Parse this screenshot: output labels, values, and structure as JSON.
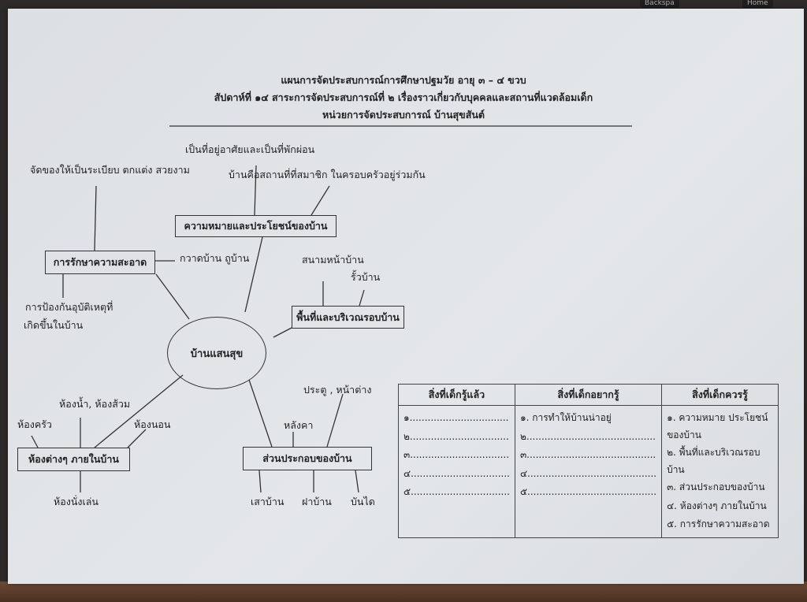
{
  "keyboard": {
    "backspace_key": "Backspa",
    "home_key": "Home"
  },
  "header": {
    "line1": "แผนการจัดประสบการณ์การศึกษาปฐมวัย อายุ ๓ – ๔ ขวบ",
    "line2": "สัปดาห์ที่ ๑๔ สาระการจัดประสบการณ์ที่ ๒ เรื่องราวเกี่ยวกับบุคคลและสถานที่แวดล้อมเด็ก",
    "line3": "หน่วยการจัดประสบการณ์  บ้านสุขสันต์"
  },
  "mindmap": {
    "center": "บ้านแสนสุข",
    "meaning": {
      "label": "ความหมายและประโยชน์ของบ้าน",
      "items": [
        "เป็นที่อยู่อาศัยและเป็นที่พักผ่อน",
        "บ้านคือสถานที่ที่สมาชิก ในครอบครัวอยู่ร่วมกัน"
      ]
    },
    "cleaning": {
      "label": "การรักษาความสะอาด",
      "items": [
        "จัดของให้เป็นระเบียบ ตกแต่ง สวยงาม",
        "กวาดบ้าน  ถูบ้าน",
        "การป้องกันอุบัติเหตุที่",
        "เกิดขึ้นในบ้าน"
      ]
    },
    "area": {
      "label": "พื้นที่และบริเวณรอบบ้าน",
      "items": [
        "สนามหน้าบ้าน",
        "รั้วบ้าน"
      ]
    },
    "rooms": {
      "label": "ห้องต่างๆ ภายในบ้าน",
      "items": [
        "ห้องน้ำ, ห้องส้วม",
        "ห้องครัว",
        "ห้องนอน",
        "ห้องนั่งเล่น"
      ]
    },
    "parts": {
      "label": "ส่วนประกอบของบ้าน",
      "items": [
        "ประตู , หน้าต่าง",
        "หลังคา",
        "เสาบ้าน",
        "ฝาบ้าน",
        "บันได"
      ]
    }
  },
  "kwl_table": {
    "headers": [
      "สิ่งที่เด็กรู้แล้ว",
      "สิ่งที่เด็กอยากรู้",
      "สิ่งที่เด็กควรรู้"
    ],
    "known": [
      "๑.................................",
      "๒.................................",
      "๓.................................",
      "๔.................................",
      "๕................................."
    ],
    "want": [
      "๑.  การทำให้บ้านน่าอยู่",
      "๒...........................................",
      "๓...........................................",
      "๔...........................................",
      "๕..........................................."
    ],
    "should": [
      "๑.  ความหมาย ประโยชน์ของบ้าน",
      "๒.  พื้นที่และบริเวณรอบบ้าน",
      "๓.  ส่วนประกอบของบ้าน",
      "๔.  ห้องต่างๆ ภายในบ้าน",
      "๕.  การรักษาความสะอาด"
    ]
  }
}
